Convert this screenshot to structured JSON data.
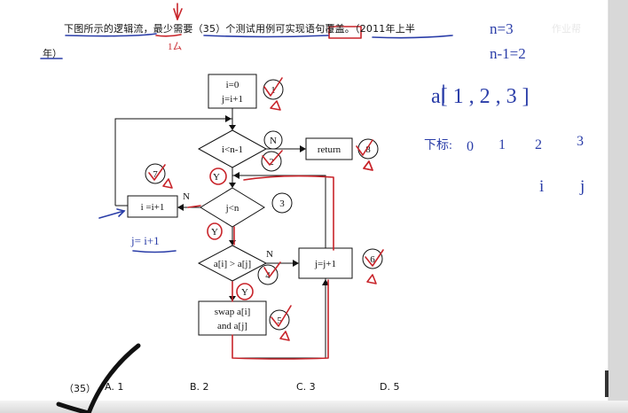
{
  "question": {
    "line1": "下图所示的逻辑流，最少需要（35）个测试用例可实现语句覆盖。（2011年上半",
    "line2": "年）",
    "watermark": "作业帮"
  },
  "flowchart": {
    "init_i": "i=0",
    "init_j": "j=i+1",
    "cond_outer": "i<n-1",
    "return_box": "return",
    "cond_inner": "j<n",
    "inc_i": "i =i+1",
    "cond_compare": "a[i] > a[j]",
    "inc_j": "j=j+1",
    "swap_line1": "swap a[i]",
    "swap_line2": "and a[j]",
    "label_n1": "N",
    "label_y1": "Y",
    "label_n2": "N",
    "label_y2": "Y",
    "label_n3": "N",
    "label_y3": "Y",
    "node_1": "1",
    "node_2": "2",
    "node_3": "3",
    "node_4": "4",
    "node_5": "5",
    "node_6": "6",
    "node_7": "7",
    "node_8": "8"
  },
  "annotations": {
    "n_eq": "n=3",
    "n_minus": "n-1=2",
    "array": "a[ 1 , 2 , 3 ]",
    "index_label": "下标:",
    "idx0": "0",
    "idx1": "1",
    "idx2": "2",
    "idx3": "3",
    "i_label": "i",
    "j_label": "j",
    "j_note": "j= i+1",
    "min_note": "1ㄙ"
  },
  "choices": {
    "number": "（35）",
    "a": "A. 1",
    "b": "B. 2",
    "c": "C. 3",
    "d": "D. 5"
  },
  "colors": {
    "pen_red": "#c8242a",
    "pen_blue": "#2a3da8",
    "ink": "#111111"
  }
}
